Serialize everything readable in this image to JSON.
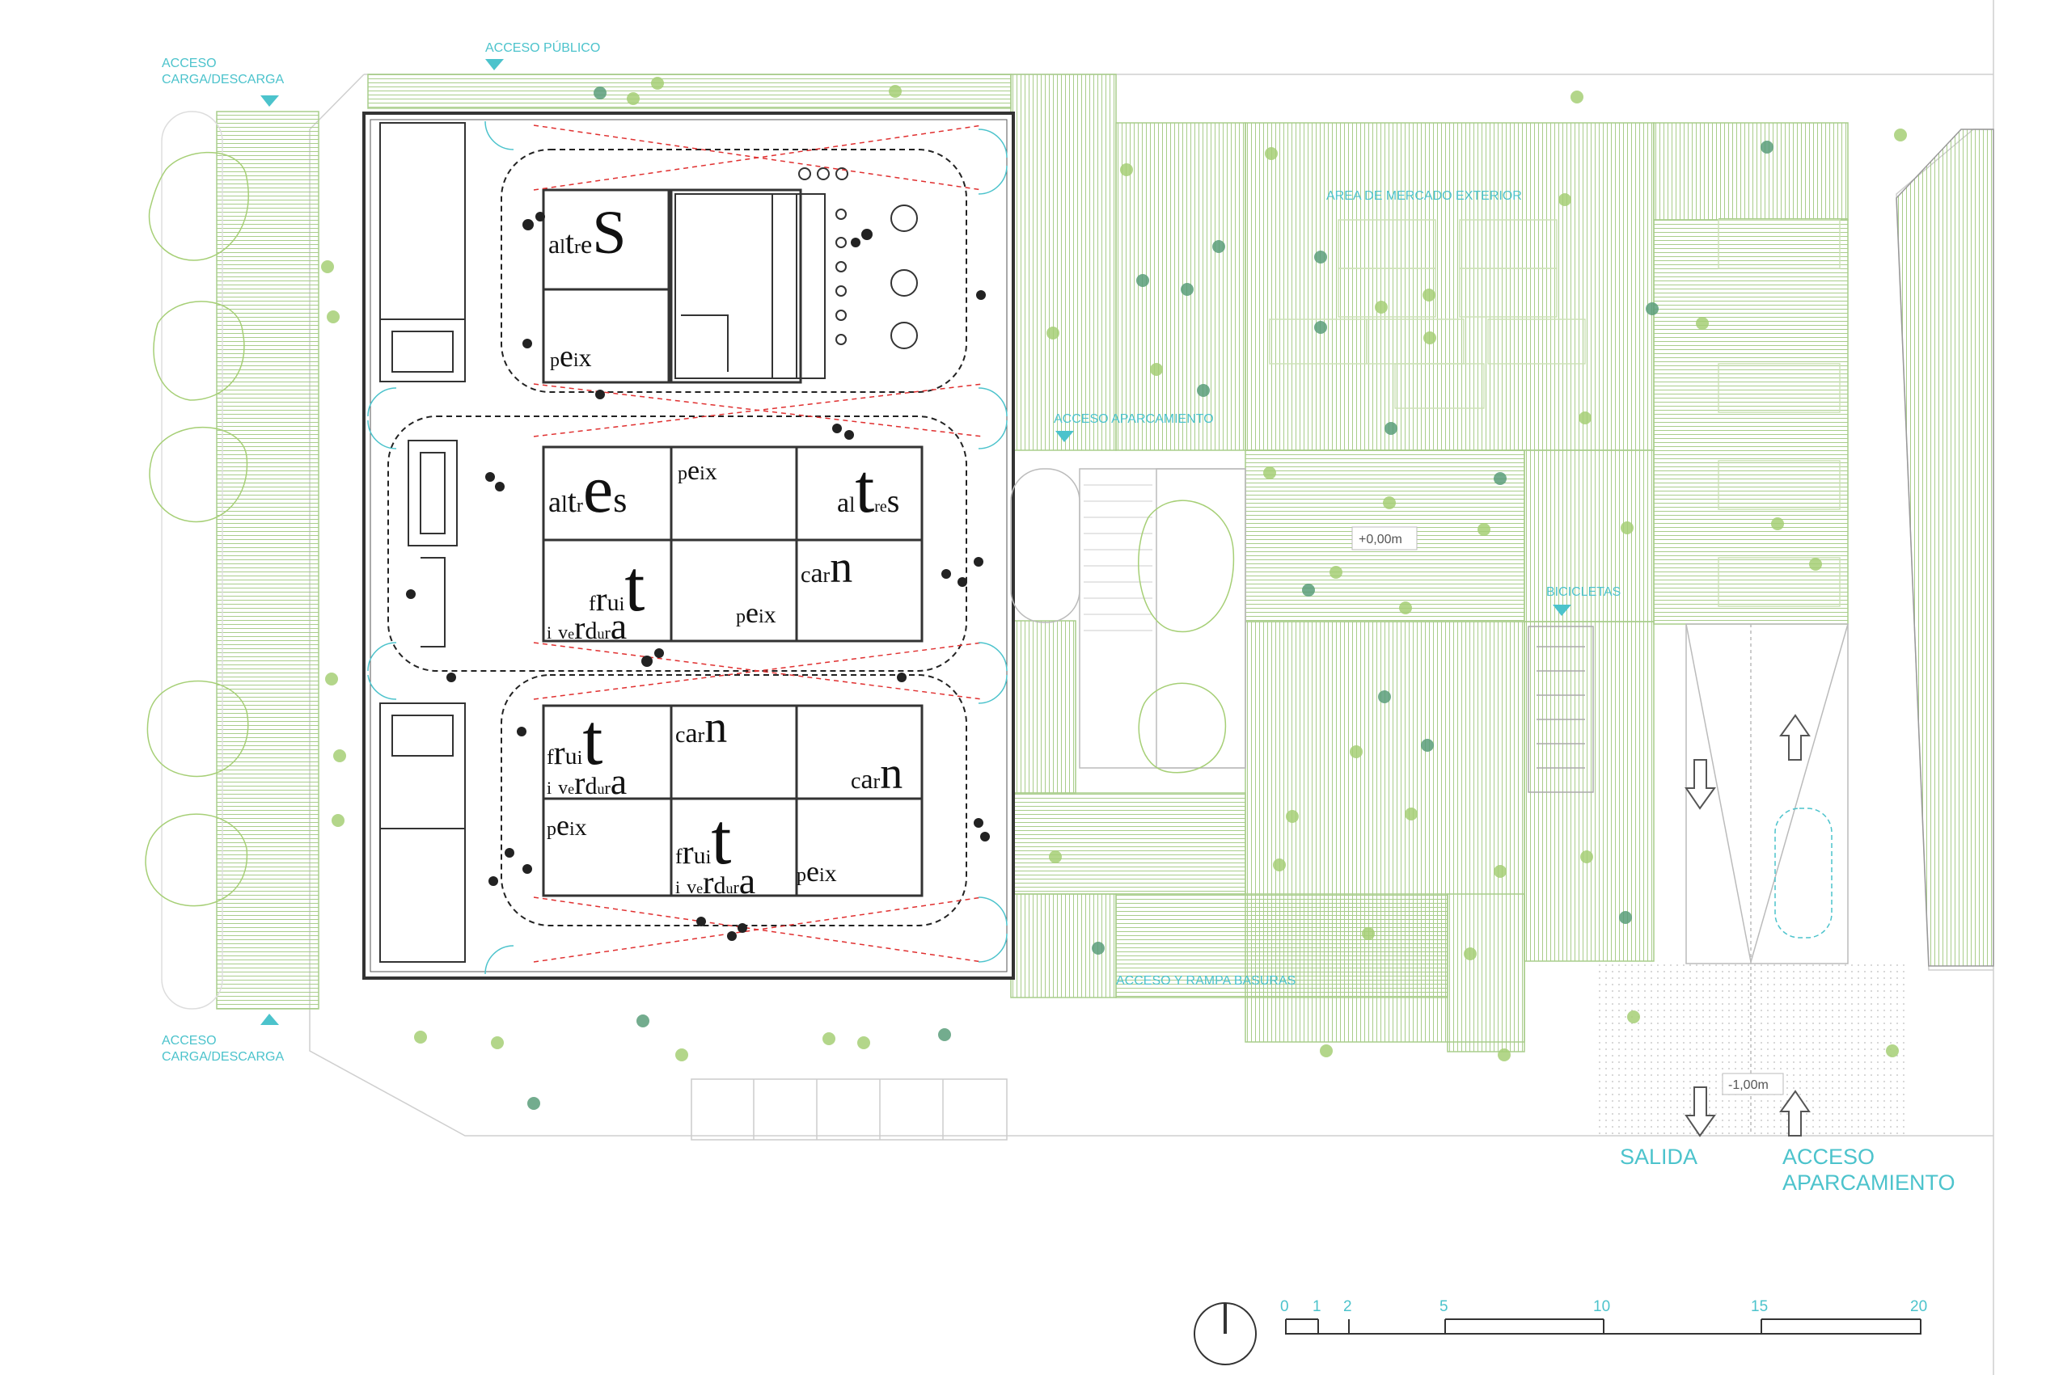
{
  "labels": {
    "acceso_carga_top_1": "ACCESO",
    "acceso_carga_top_2": "CARGA/DESCARGA",
    "acceso_publico": "ACCESO PÚBLICO",
    "acceso_aparcamiento_small": "ACCESO APARCAMIENTO",
    "area_mercado": "AREA DE MERCADO EXTERIOR",
    "bicicletas": "BICICLETAS",
    "acceso_rampa": "ACCESO Y RAMPA BASURAS",
    "acceso_carga_bottom_1": "ACCESO",
    "acceso_carga_bottom_2": "CARGA/DESCARGA",
    "salida": "SALIDA",
    "acceso_big_1": "ACCESO",
    "acceso_big_2": "APARCAMIENTO"
  },
  "levels": {
    "plus": "+0,00m",
    "minus": "-1,00m"
  },
  "stalls": {
    "altres_1": {
      "a": "a",
      "b": "l",
      "c": "t",
      "d": "r",
      "e": "e",
      "f": "S"
    },
    "peix_1": {
      "a": "p",
      "b": "e",
      "c": "i",
      "d": "x"
    },
    "altres_2": {
      "a": "a",
      "b": "l",
      "c": "t",
      "d": "r",
      "e": "e",
      "f": "s"
    },
    "peix_2": {
      "a": "p",
      "b": "e",
      "c": "i",
      "d": "x"
    },
    "altres_3": {
      "a": "a",
      "b": "l",
      "c": "t",
      "d": "r",
      "e": "e",
      "f": "s"
    },
    "fruit_1": {
      "a": "f",
      "b": "r",
      "c": "u",
      "d": "i",
      "e": "t",
      "f": "i",
      "g": "v",
      "h": "e",
      "i": "r",
      "j": "d",
      "k": "u",
      "l": "r",
      "m": "a"
    },
    "peix_3": {
      "a": "p",
      "b": "e",
      "c": "i",
      "d": "x"
    },
    "carn_1": {
      "a": "c",
      "b": "a",
      "c": "r",
      "d": "n"
    },
    "fruit_2": {
      "a": "f",
      "b": "r",
      "c": "u",
      "d": "i",
      "e": "t",
      "f": "i",
      "g": "v",
      "h": "e",
      "i": "r",
      "j": "d",
      "k": "u",
      "l": "r",
      "m": "a"
    },
    "carn_2": {
      "a": "c",
      "b": "a",
      "c": "r",
      "d": "n"
    },
    "carn_3": {
      "a": "c",
      "b": "a",
      "c": "r",
      "d": "n"
    },
    "peix_4": {
      "a": "p",
      "b": "e",
      "c": "i",
      "d": "x"
    },
    "fruit_3": {
      "a": "f",
      "b": "r",
      "c": "u",
      "d": "i",
      "e": "t",
      "f": "i",
      "g": "v",
      "h": "e",
      "i": "r",
      "j": "d",
      "k": "u",
      "l": "r",
      "m": "a"
    },
    "peix_5": {
      "a": "p",
      "b": "e",
      "c": "i",
      "d": "x"
    }
  },
  "scale": {
    "ticks": [
      "0",
      "1",
      "2",
      "5",
      "10",
      "15",
      "20"
    ]
  },
  "colors": {
    "accent": "#4cc3cc",
    "green_line": "#9cc27a",
    "tree_dark": "#5a9e7a",
    "tree_light": "#a6cf76",
    "circulation": "#e03030"
  }
}
